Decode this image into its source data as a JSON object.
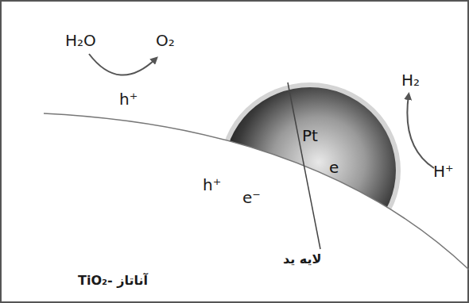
{
  "diagram": {
    "labels": [
      "H₂O",
      "O₂",
      "h⁺",
      "h⁺",
      "e⁻",
      "Pt",
      "e",
      "H₂",
      "H⁺",
      "لایه ید",
      "TiO₂- آناتاز"
    ]
  }
}
